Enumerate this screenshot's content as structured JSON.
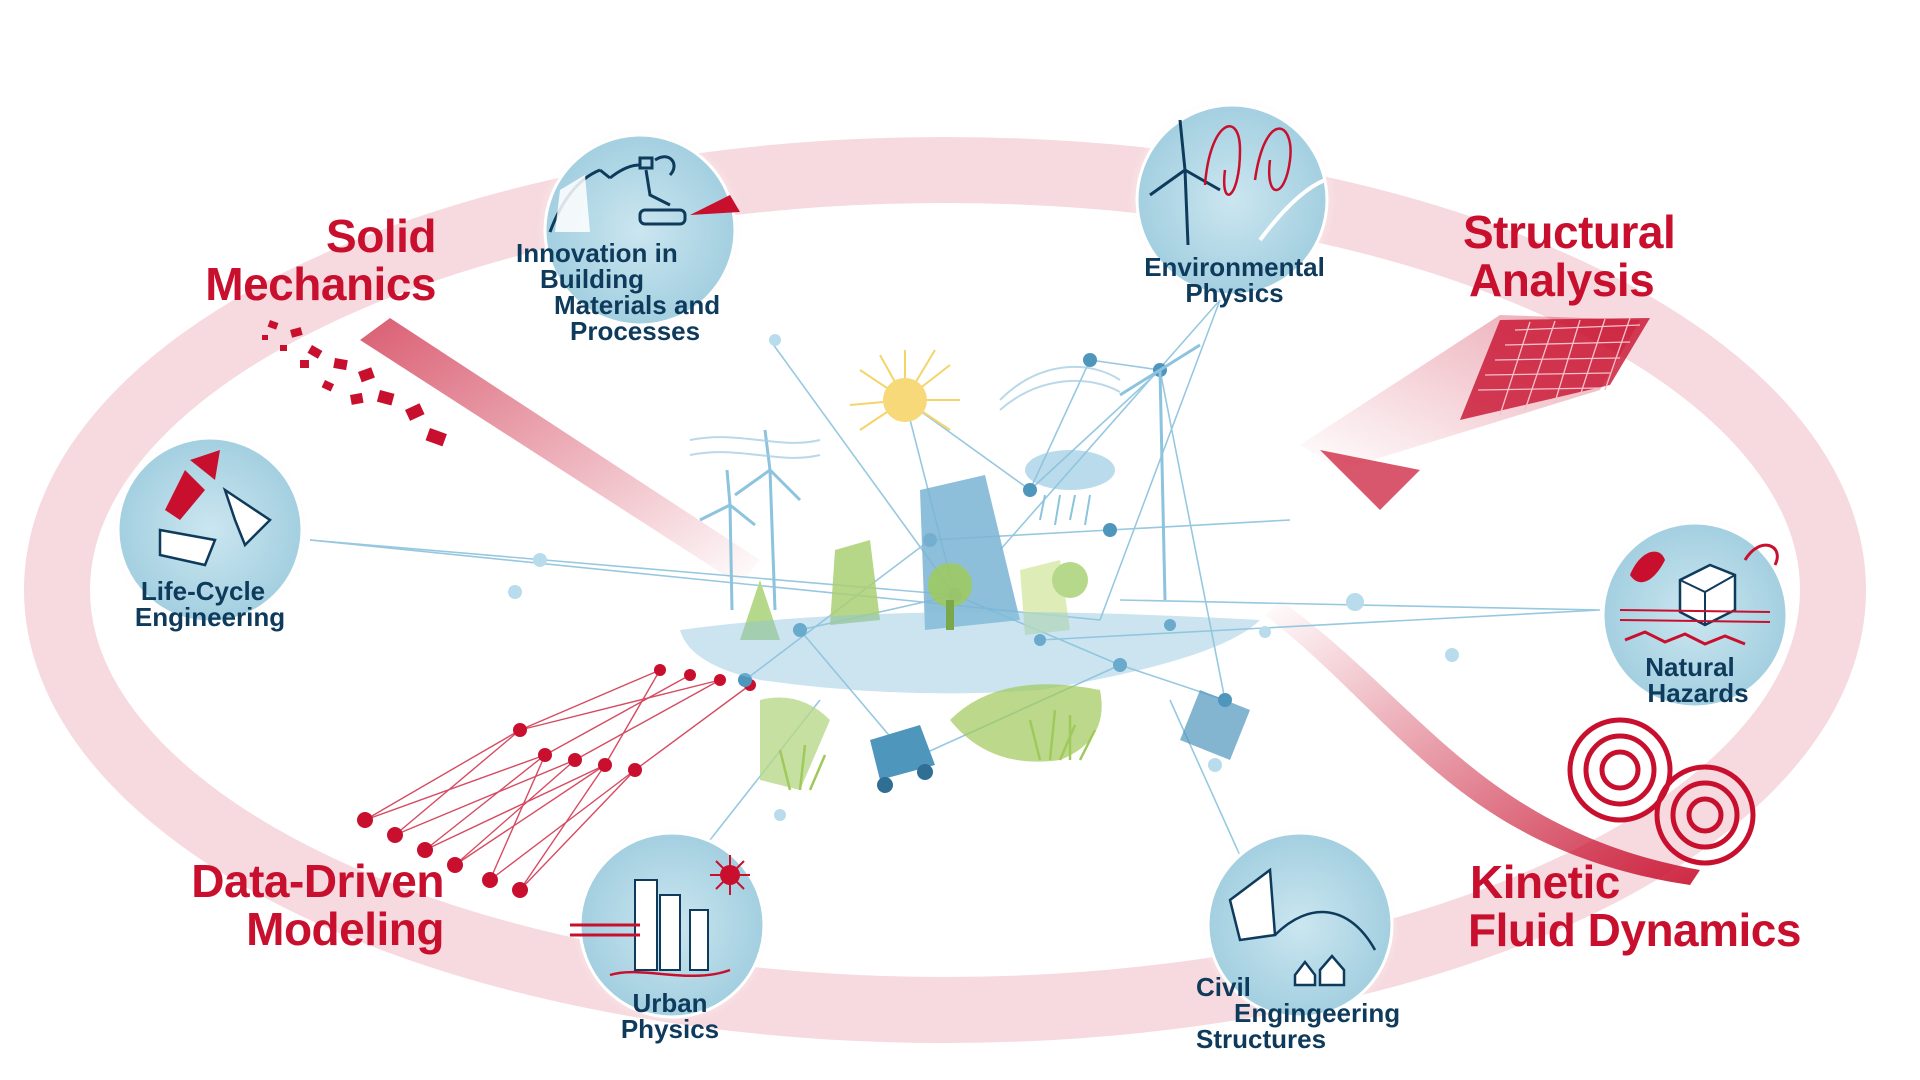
{
  "colors": {
    "accent_red": "#c8102e",
    "ring_pink": "#f4d3d8",
    "circle_blue": "#a9d3e3",
    "label_navy": "#0e3a5c",
    "network_blue": "#7fb8d6",
    "green": "#9fc95a"
  },
  "fields": {
    "solid_mechanics": [
      "Solid",
      "Mechanics"
    ],
    "structural_analysis": [
      "Structural",
      "Analysis"
    ],
    "data_driven_modeling": [
      "Data-Driven",
      "Modeling"
    ],
    "kinetic_fluid_dynamics": [
      "Kinetic",
      "Fluid Dynamics"
    ]
  },
  "topics": {
    "innovation": {
      "lines": [
        "Innovation in",
        "Building",
        "Materials and",
        "Processes"
      ],
      "icon": "excavator-icon"
    },
    "environmental": {
      "lines": [
        "Environmental",
        "Physics"
      ],
      "icon": "wind-turbine-icon"
    },
    "life_cycle": {
      "lines": [
        "Life-Cycle",
        "Engineering"
      ],
      "icon": "recycle-icon"
    },
    "natural_hazards": {
      "lines": [
        "Natural",
        "Hazards"
      ],
      "icon": "storm-cube-icon"
    },
    "urban_physics": {
      "lines": [
        "Urban",
        "Physics"
      ],
      "icon": "city-sun-icon"
    },
    "civil_structures": {
      "lines": [
        "Civil",
        "Engingeering",
        "Structures"
      ],
      "icon": "dam-bridge-icon"
    }
  }
}
